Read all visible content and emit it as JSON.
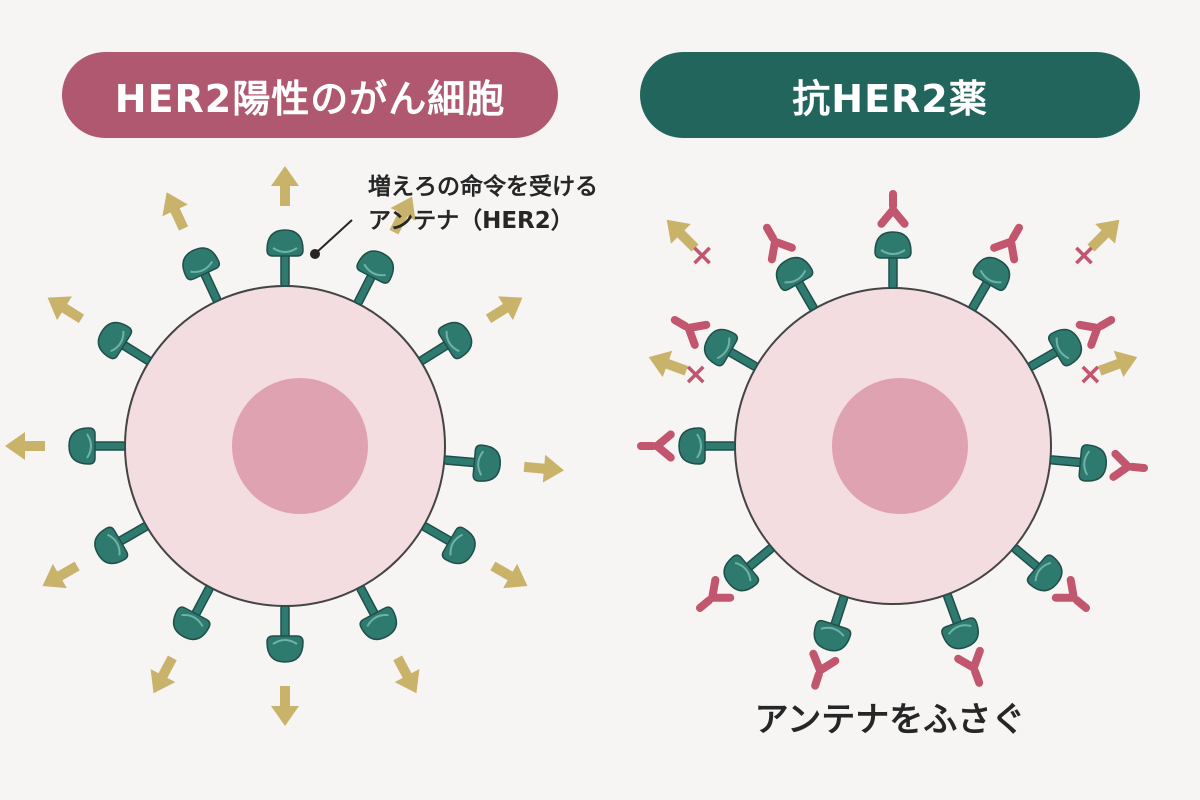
{
  "left_panel": {
    "title": "HER2陽性のがん細胞",
    "annotation_line1": "増えろの命令を受ける",
    "annotation_line2": "アンテナ（HER2）",
    "arrow_color": "#c9b26a",
    "receptor_color": "#2e7a6f"
  },
  "right_panel": {
    "title": "抗HER2薬",
    "caption": "アンテナをふさぐ",
    "antibody_color": "#c2566f",
    "blocked_mark": "×"
  },
  "colors": {
    "left_title_bg": "#b0586f",
    "right_title_bg": "#22655c",
    "cell_fill": "#f4dde1",
    "nucleus_fill": "#dfa2b0"
  }
}
